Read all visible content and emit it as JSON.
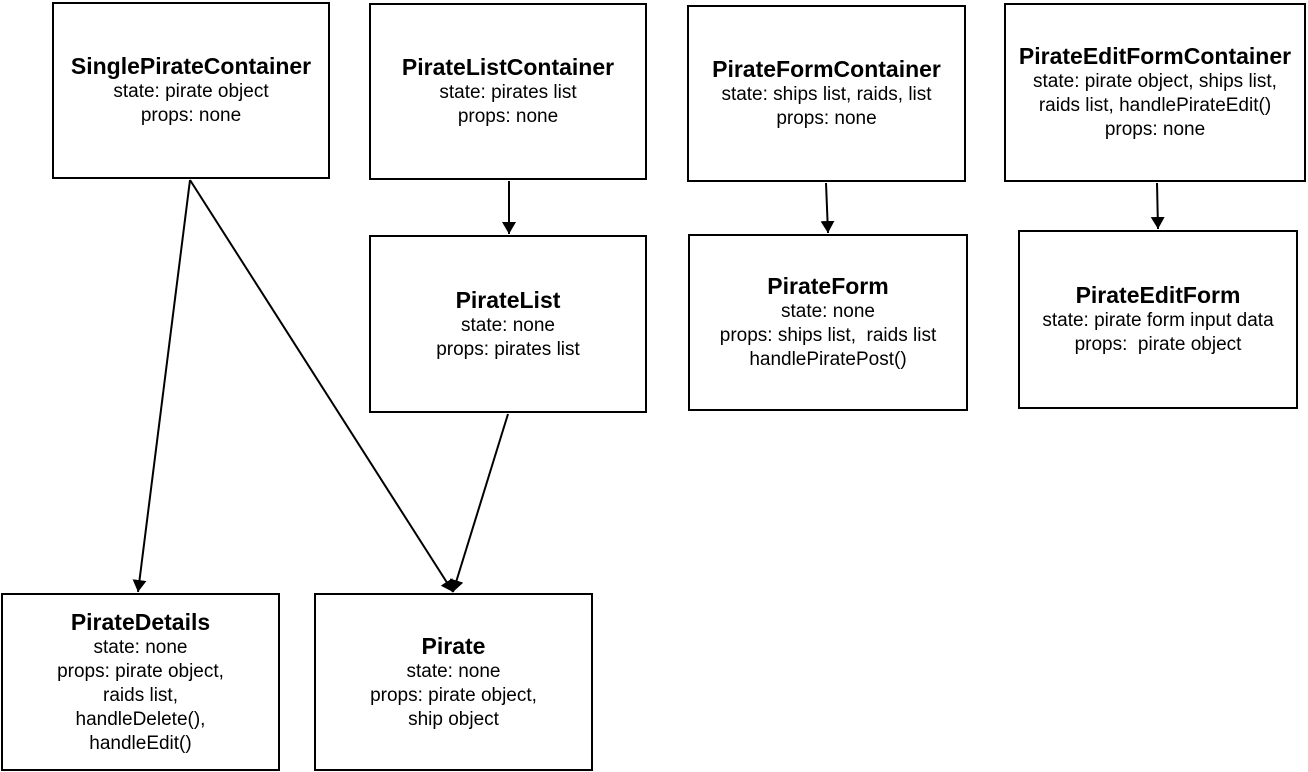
{
  "nodes": [
    {
      "id": "single-pirate-container",
      "title": "SinglePirateContainer",
      "lines": [
        "state: pirate object",
        "props: none"
      ]
    },
    {
      "id": "pirate-list-container",
      "title": "PirateListContainer",
      "lines": [
        "state: pirates list",
        "props: none"
      ]
    },
    {
      "id": "pirate-form-container",
      "title": "PirateFormContainer",
      "lines": [
        "state: ships list, raids, list",
        "props: none"
      ]
    },
    {
      "id": "pirate-edit-form-container",
      "title": "PirateEditFormContainer",
      "lines": [
        "state: pirate object, ships list,",
        "raids list, handlePirateEdit()",
        "props: none"
      ]
    },
    {
      "id": "pirate-list",
      "title": "PirateList",
      "lines": [
        "state: none",
        "props: pirates list"
      ]
    },
    {
      "id": "pirate-form",
      "title": "PirateForm",
      "lines": [
        "state: none",
        "props: ships list,  raids list",
        "handlePiratePost()"
      ]
    },
    {
      "id": "pirate-edit-form",
      "title": "PirateEditForm",
      "lines": [
        "state: pirate form input data",
        "props:  pirate object"
      ]
    },
    {
      "id": "pirate-details",
      "title": "PirateDetails",
      "lines": [
        "state: none",
        "props: pirate object,",
        "raids list,",
        "handleDelete(),",
        "handleEdit()"
      ]
    },
    {
      "id": "pirate",
      "title": "Pirate",
      "lines": [
        "state: none",
        "props: pirate object,",
        "ship object"
      ]
    }
  ],
  "edges": [
    {
      "from": "single-pirate-container",
      "to": "pirate-details"
    },
    {
      "from": "single-pirate-container",
      "to": "pirate"
    },
    {
      "from": "pirate-list-container",
      "to": "pirate-list"
    },
    {
      "from": "pirate-list",
      "to": "pirate"
    },
    {
      "from": "pirate-form-container",
      "to": "pirate-form"
    },
    {
      "from": "pirate-edit-form-container",
      "to": "pirate-edit-form"
    }
  ]
}
